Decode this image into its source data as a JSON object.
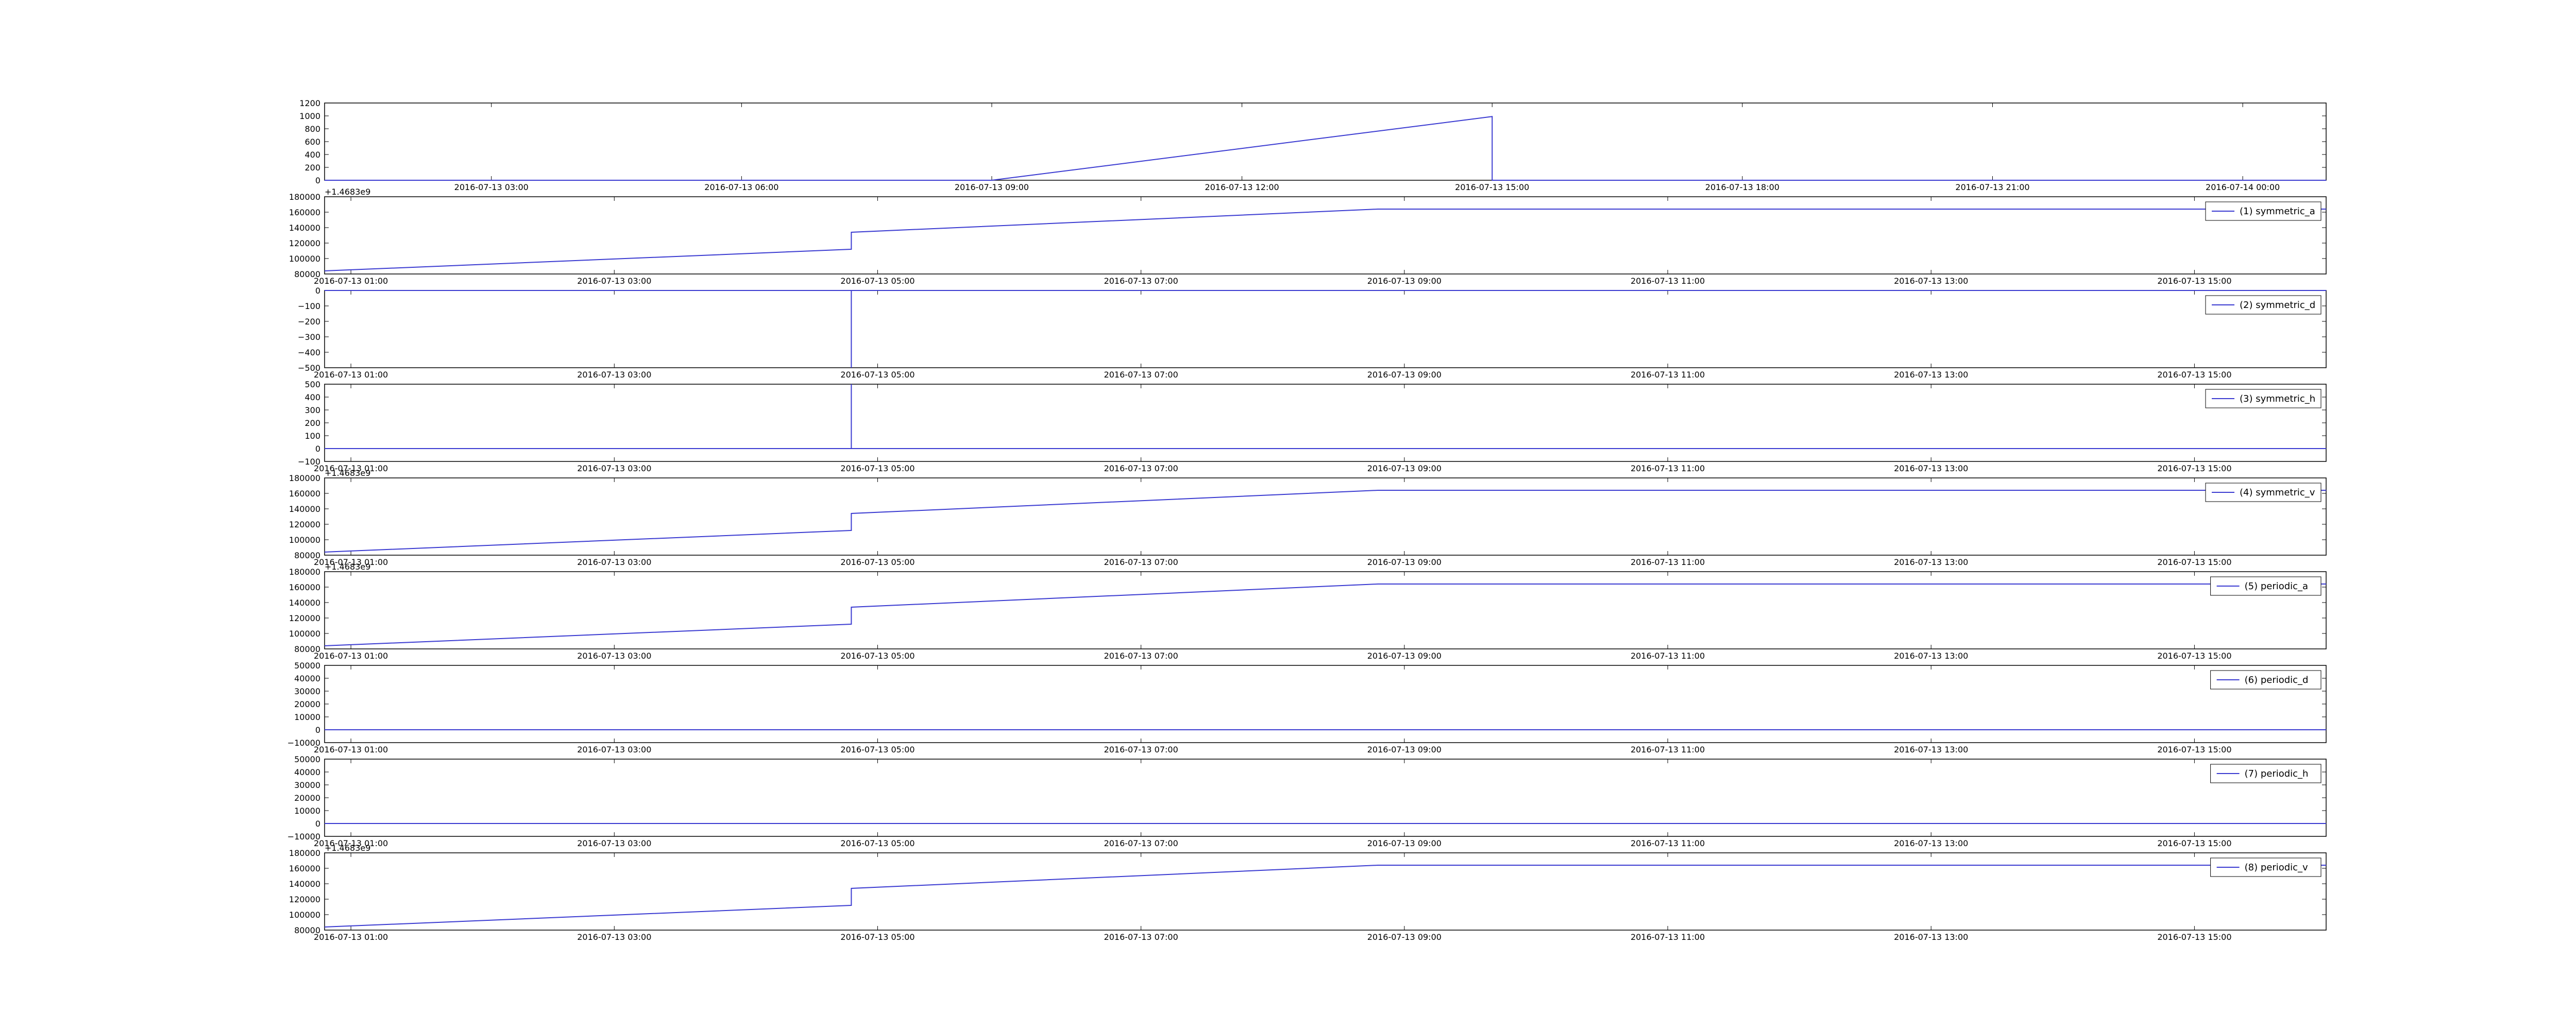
{
  "chart_data": [
    {
      "type": "line",
      "offset_label": "",
      "xticks": [
        "2016-07-13 03:00",
        "2016-07-13 06:00",
        "2016-07-13 09:00",
        "2016-07-13 12:00",
        "2016-07-13 15:00",
        "2016-07-13 18:00",
        "2016-07-13 21:00",
        "2016-07-14 00:00"
      ],
      "xlim": [
        "2016-07-13 01:00",
        "2016-07-14 01:00"
      ],
      "ylim": [
        0,
        1200
      ],
      "yticks": [
        "0",
        "200",
        "400",
        "600",
        "800",
        "1000",
        "1200"
      ],
      "legend": null,
      "series": [
        {
          "x": [
            "2016-07-13 01:00",
            "2016-07-13 09:00",
            "2016-07-13 15:00",
            "2016-07-13 15:00",
            "2016-07-14 01:00"
          ],
          "y": [
            0,
            0,
            990,
            0,
            0
          ]
        }
      ]
    },
    {
      "type": "line",
      "offset_label": "+1.4683e9",
      "xticks": [
        "2016-07-13 01:00",
        "2016-07-13 03:00",
        "2016-07-13 05:00",
        "2016-07-13 07:00",
        "2016-07-13 09:00",
        "2016-07-13 11:00",
        "2016-07-13 13:00",
        "2016-07-13 15:00"
      ],
      "xlim": [
        "2016-07-13 00:48",
        "2016-07-13 16:00"
      ],
      "ylim": [
        80000,
        180000
      ],
      "yticks": [
        "80000",
        "100000",
        "120000",
        "140000",
        "160000",
        "180000"
      ],
      "legend": {
        "label": "(1) symmetric_a",
        "position": "top-right"
      },
      "series": [
        {
          "x": [
            "2016-07-13 00:48",
            "2016-07-13 04:48",
            "2016-07-13 04:48",
            "2016-07-13 08:48",
            "2016-07-13 16:00"
          ],
          "y": [
            84000,
            112000,
            134000,
            164000,
            164000
          ]
        }
      ]
    },
    {
      "type": "line",
      "offset_label": "",
      "xticks": [
        "2016-07-13 01:00",
        "2016-07-13 03:00",
        "2016-07-13 05:00",
        "2016-07-13 07:00",
        "2016-07-13 09:00",
        "2016-07-13 11:00",
        "2016-07-13 13:00",
        "2016-07-13 15:00"
      ],
      "xlim": [
        "2016-07-13 00:48",
        "2016-07-13 16:00"
      ],
      "ylim": [
        -500,
        0
      ],
      "yticks": [
        "−500",
        "−400",
        "−300",
        "−200",
        "−100",
        "0"
      ],
      "legend": {
        "label": "(2) symmetric_d",
        "position": "top-right"
      },
      "series": [
        {
          "x": [
            "2016-07-13 00:48",
            "2016-07-13 04:48",
            "2016-07-13 04:48",
            "2016-07-13 04:48",
            "2016-07-13 16:00"
          ],
          "y": [
            0,
            0,
            -500,
            0,
            0
          ]
        }
      ]
    },
    {
      "type": "line",
      "offset_label": "",
      "xticks": [
        "2016-07-13 01:00",
        "2016-07-13 03:00",
        "2016-07-13 05:00",
        "2016-07-13 07:00",
        "2016-07-13 09:00",
        "2016-07-13 11:00",
        "2016-07-13 13:00",
        "2016-07-13 15:00"
      ],
      "xlim": [
        "2016-07-13 00:48",
        "2016-07-13 16:00"
      ],
      "ylim": [
        -100,
        500
      ],
      "yticks": [
        "−100",
        "0",
        "100",
        "200",
        "300",
        "400",
        "500"
      ],
      "legend": {
        "label": "(3) symmetric_h",
        "position": "top-right"
      },
      "series": [
        {
          "x": [
            "2016-07-13 00:48",
            "2016-07-13 04:48",
            "2016-07-13 04:48",
            "2016-07-13 04:48",
            "2016-07-13 16:00"
          ],
          "y": [
            0,
            0,
            500,
            0,
            0
          ]
        }
      ]
    },
    {
      "type": "line",
      "offset_label": "+1.4683e9",
      "xticks": [
        "2016-07-13 01:00",
        "2016-07-13 03:00",
        "2016-07-13 05:00",
        "2016-07-13 07:00",
        "2016-07-13 09:00",
        "2016-07-13 11:00",
        "2016-07-13 13:00",
        "2016-07-13 15:00"
      ],
      "xlim": [
        "2016-07-13 00:48",
        "2016-07-13 16:00"
      ],
      "ylim": [
        80000,
        180000
      ],
      "yticks": [
        "80000",
        "100000",
        "120000",
        "140000",
        "160000",
        "180000"
      ],
      "legend": {
        "label": "(4) symmetric_v",
        "position": "top-right"
      },
      "series": [
        {
          "x": [
            "2016-07-13 00:48",
            "2016-07-13 04:48",
            "2016-07-13 04:48",
            "2016-07-13 08:48",
            "2016-07-13 16:00"
          ],
          "y": [
            84000,
            112000,
            134000,
            164000,
            164000
          ]
        }
      ]
    },
    {
      "type": "line",
      "offset_label": "+1.4683e9",
      "xticks": [
        "2016-07-13 01:00",
        "2016-07-13 03:00",
        "2016-07-13 05:00",
        "2016-07-13 07:00",
        "2016-07-13 09:00",
        "2016-07-13 11:00",
        "2016-07-13 13:00",
        "2016-07-13 15:00"
      ],
      "xlim": [
        "2016-07-13 00:48",
        "2016-07-13 16:00"
      ],
      "ylim": [
        80000,
        180000
      ],
      "yticks": [
        "80000",
        "100000",
        "120000",
        "140000",
        "160000",
        "180000"
      ],
      "legend": {
        "label": "(5) periodic_a",
        "position": "top-right"
      },
      "series": [
        {
          "x": [
            "2016-07-13 00:48",
            "2016-07-13 04:48",
            "2016-07-13 04:48",
            "2016-07-13 08:48",
            "2016-07-13 16:00"
          ],
          "y": [
            84000,
            112000,
            134000,
            164000,
            164000
          ]
        }
      ]
    },
    {
      "type": "line",
      "offset_label": "",
      "xticks": [
        "2016-07-13 01:00",
        "2016-07-13 03:00",
        "2016-07-13 05:00",
        "2016-07-13 07:00",
        "2016-07-13 09:00",
        "2016-07-13 11:00",
        "2016-07-13 13:00",
        "2016-07-13 15:00"
      ],
      "xlim": [
        "2016-07-13 00:48",
        "2016-07-13 16:00"
      ],
      "ylim": [
        -10000,
        50000
      ],
      "yticks": [
        "−10000",
        "0",
        "10000",
        "20000",
        "30000",
        "40000",
        "50000"
      ],
      "legend": {
        "label": "(6) periodic_d",
        "position": "top-right"
      },
      "series": [
        {
          "x": [
            "2016-07-13 00:48",
            "2016-07-13 16:00"
          ],
          "y": [
            0,
            0
          ]
        }
      ]
    },
    {
      "type": "line",
      "offset_label": "",
      "xticks": [
        "2016-07-13 01:00",
        "2016-07-13 03:00",
        "2016-07-13 05:00",
        "2016-07-13 07:00",
        "2016-07-13 09:00",
        "2016-07-13 11:00",
        "2016-07-13 13:00",
        "2016-07-13 15:00"
      ],
      "xlim": [
        "2016-07-13 00:48",
        "2016-07-13 16:00"
      ],
      "ylim": [
        -10000,
        50000
      ],
      "yticks": [
        "−10000",
        "0",
        "10000",
        "20000",
        "30000",
        "40000",
        "50000"
      ],
      "legend": {
        "label": "(7) periodic_h",
        "position": "top-right"
      },
      "series": [
        {
          "x": [
            "2016-07-13 00:48",
            "2016-07-13 16:00"
          ],
          "y": [
            0,
            0
          ]
        }
      ]
    },
    {
      "type": "line",
      "offset_label": "+1.4683e9",
      "xticks": [
        "2016-07-13 01:00",
        "2016-07-13 03:00",
        "2016-07-13 05:00",
        "2016-07-13 07:00",
        "2016-07-13 09:00",
        "2016-07-13 11:00",
        "2016-07-13 13:00",
        "2016-07-13 15:00"
      ],
      "xlim": [
        "2016-07-13 00:48",
        "2016-07-13 16:00"
      ],
      "ylim": [
        80000,
        180000
      ],
      "yticks": [
        "80000",
        "100000",
        "120000",
        "140000",
        "160000",
        "180000"
      ],
      "legend": {
        "label": "(8) periodic_v",
        "position": "top-right"
      },
      "series": [
        {
          "x": [
            "2016-07-13 00:48",
            "2016-07-13 04:48",
            "2016-07-13 04:48",
            "2016-07-13 08:48",
            "2016-07-13 16:00"
          ],
          "y": [
            84000,
            112000,
            134000,
            164000,
            164000
          ]
        }
      ]
    }
  ],
  "colors": {
    "line": "#3b3bd1",
    "axes": "#000000",
    "background": "#ffffff"
  }
}
